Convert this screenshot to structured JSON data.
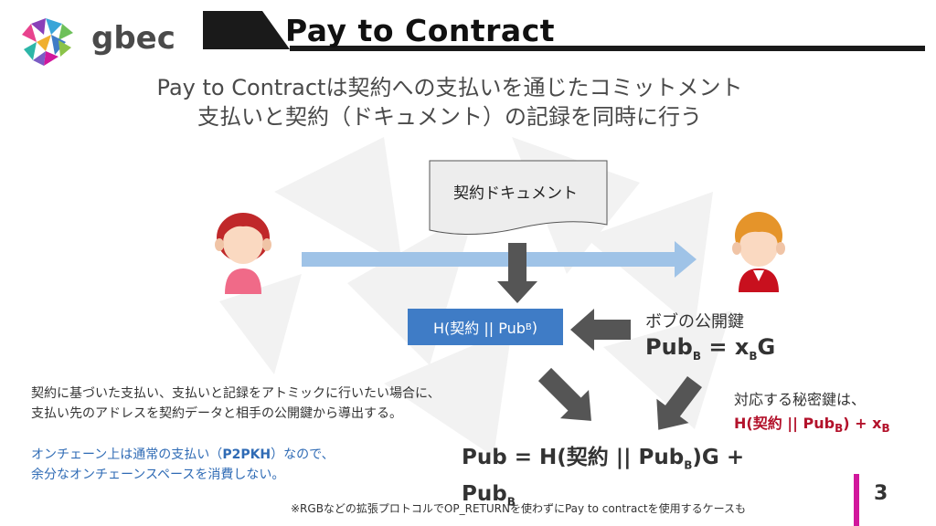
{
  "logo": {
    "text": "gbec"
  },
  "title": "Pay to Contract",
  "subtitle": {
    "line1": "Pay to Contractは契約への支払いを通じたコミットメント",
    "line2": "支払いと契約（ドキュメント）の記録を同時に行う"
  },
  "diagram": {
    "document_label": "契約ドキュメント",
    "hash_box": {
      "prefix": "H(契約 || Pub",
      "sub": "B",
      "suffix": ")"
    },
    "bob_pubkey_title": "ボブの公開鍵",
    "bob_pubkey": {
      "a": "Pub",
      "a_sub": "B",
      "eq": " = x",
      "b_sub": "B",
      "end": "G"
    },
    "private_key_label": "対応する秘密鍵は、",
    "private_key_formula": {
      "a": "H(契約 || Pub",
      "a_sub": "B",
      "b": ") + x",
      "b_sub": "B"
    },
    "result": {
      "a": "Pub = H(契約 || Pub",
      "a_sub": "B",
      "b": ")G + Pub",
      "b_sub": "B"
    }
  },
  "description": {
    "line1": "契約に基づいた支払い、支払いと記録をアトミックに行いたい場合に、",
    "line2": "支払い先のアドレスを契約データと相手の公開鍵から導出する。"
  },
  "blue_note": {
    "line1_pre": "オンチェーン上は通常の支払い（",
    "line1_bold": "P2PKH",
    "line1_post": "）なので、",
    "line2": "余分なオンチェーンスペースを消費しない。"
  },
  "footnote": "※RGBなどの拡張プロトコルでOP_RETURNを使わずにPay to contractを使用するケースも",
  "page_number": "3",
  "colors": {
    "accent": "#d1179c",
    "box_blue": "#3f7cc6",
    "arrow_blue": "#9fc3e7",
    "priv_red": "#b3122b",
    "note_blue": "#2f6bb5"
  }
}
